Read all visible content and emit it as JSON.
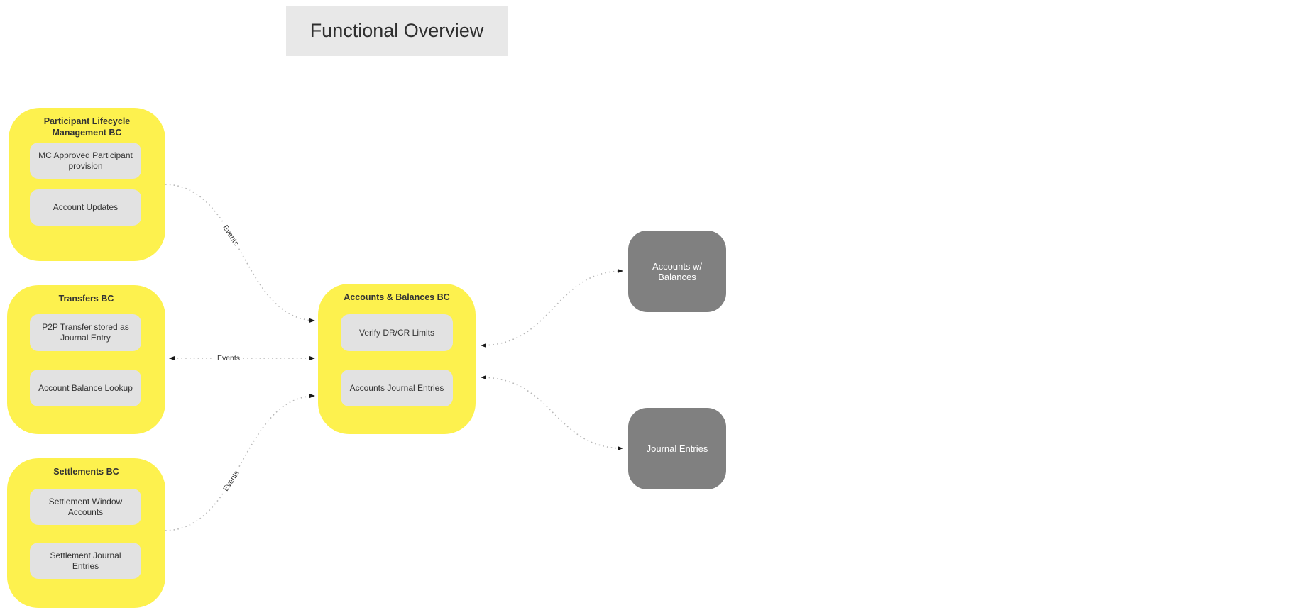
{
  "page_title": "Functional Overview",
  "colors": {
    "context_fill": "#FDF14E",
    "item_fill": "#E2E2E2",
    "store_fill": "#808080",
    "title_fill": "#E8E8E8",
    "text_dark": "#333333",
    "text_light": "#FFFFFF",
    "edge_dots": "#B8B8B8"
  },
  "contexts": [
    {
      "title": "Participant Lifecycle Management BC",
      "items": [
        "MC Approved Participant provision",
        "Account Updates"
      ]
    },
    {
      "title": "Transfers BC",
      "items": [
        "P2P Transfer stored as Journal Entry",
        "Account Balance Lookup"
      ]
    },
    {
      "title": "Settlements BC",
      "items": [
        "Settlement Window Accounts",
        "Settlement Journal Entries"
      ]
    },
    {
      "title": "Accounts & Balances BC",
      "items": [
        "Verify DR/CR Limits",
        "Accounts Journal Entries"
      ]
    }
  ],
  "stores": [
    {
      "label": "Accounts w/ Balances"
    },
    {
      "label": "Journal Entries"
    }
  ],
  "edges": [
    {
      "from": "Participant Lifecycle Management BC",
      "to": "Accounts & Balances BC",
      "label": "Events",
      "arrows": "to"
    },
    {
      "from": "Transfers BC",
      "to": "Accounts & Balances BC",
      "label": "Events",
      "arrows": "both"
    },
    {
      "from": "Settlements BC",
      "to": "Accounts & Balances BC",
      "label": "Events",
      "arrows": "to"
    },
    {
      "from": "Accounts & Balances BC",
      "to": "Accounts w/ Balances",
      "label": "",
      "arrows": "both"
    },
    {
      "from": "Accounts & Balances BC",
      "to": "Journal Entries",
      "label": "",
      "arrows": "both"
    }
  ]
}
